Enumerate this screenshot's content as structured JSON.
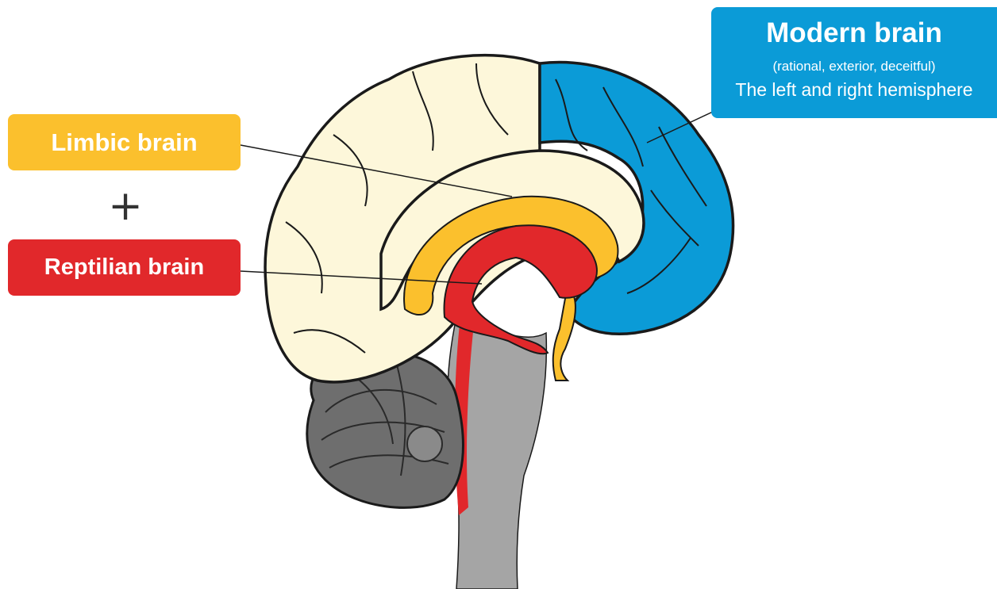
{
  "labels": {
    "modern": {
      "title": "Modern brain",
      "subtitle": "(rational, exterior, deceitful)",
      "description": "The left and right hemisphere"
    },
    "limbic": {
      "title": "Limbic brain"
    },
    "plus": "+",
    "reptilian": {
      "title": "Reptilian brain"
    }
  },
  "colors": {
    "modern": "#0b9bd7",
    "limbic": "#fbc02d",
    "reptilian": "#e1282b",
    "cortex_fill": "#fdf7da",
    "cerebellum": "#6e6e6e",
    "brainstem": "#a5a5a5",
    "outline": "#1a1a1a",
    "leader_line": "#1a1a1a"
  }
}
